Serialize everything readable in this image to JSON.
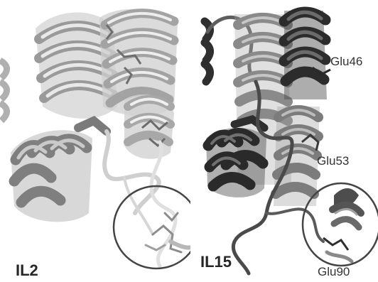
{
  "panels": {
    "left": {
      "label": "IL2"
    },
    "right": {
      "label": "IL15"
    }
  },
  "residues": {
    "glu46": "Glu46",
    "glu53": "Glu53",
    "glu90": "Glu90"
  },
  "colors": {
    "background": "#ffffff",
    "helix_light": "#bdbdbd",
    "helix_mid": "#8c8c8c",
    "helix_dark": "#3d3d3d",
    "circle_outline": "#444444",
    "text": "#2a2a2a"
  }
}
